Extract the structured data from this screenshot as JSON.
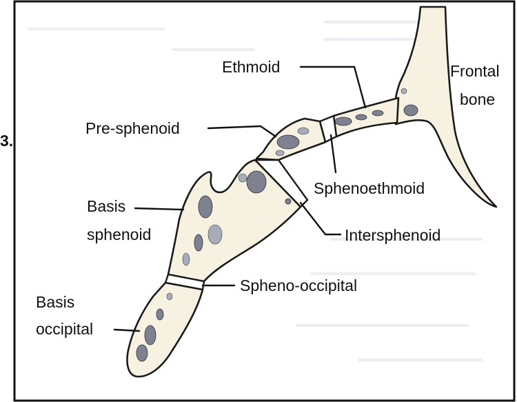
{
  "figure": {
    "fragment": "3.",
    "labels": {
      "ethmoid": "Ethmoid",
      "frontal_line1": "Frontal",
      "frontal_line2": "bone",
      "pre_sphenoid": "Pre-sphenoid",
      "sphenoethmoid": "Sphenoethmoid",
      "basis_sphenoid_line1": "Basis",
      "basis_sphenoid_line2": "sphenoid",
      "intersphenoid": "Intersphenoid",
      "spheno_occipital": "Spheno-occipital",
      "basis_occipital_line1": "Basis",
      "basis_occipital_line2": "occipital"
    }
  }
}
